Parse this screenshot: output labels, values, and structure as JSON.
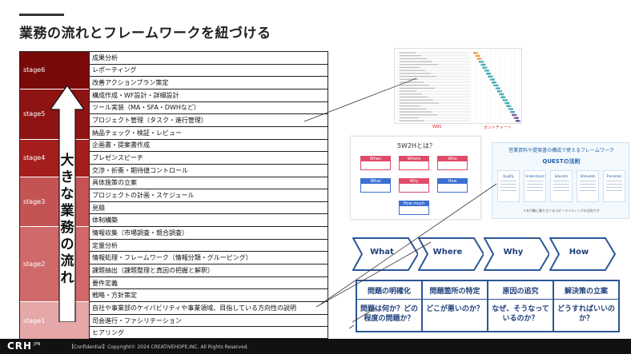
{
  "slide": {
    "title": "業務の流れとフレームワークを紐づける",
    "arrow_text": [
      "大",
      "き",
      "な",
      "業",
      "務",
      "の",
      "流",
      "れ"
    ]
  },
  "stages": [
    {
      "label": "stage6",
      "color": "#7a0a0a"
    },
    {
      "label": "stage5",
      "color": "#8e1414"
    },
    {
      "label": "stage4",
      "color": "#a51e1e"
    },
    {
      "label": "stage3",
      "color": "#c45454"
    },
    {
      "label": "stage2",
      "color": "#d06a6a"
    },
    {
      "label": "stage1",
      "color": "#e5a7a7"
    }
  ],
  "tasks": [
    "成果分析",
    "レポーティング",
    "改善アクションプラン策定",
    "構成作成・WF設計・詳細設計",
    "ツール実装（MA・SFA・DWHなど）",
    "プロジェクト管理（タスク・進行管理）",
    "納品チェック・検証・レビュー",
    "企画書・提案書作成",
    "プレゼンスピーチ",
    "交渉・折衝・期待値コントロール",
    "具体施策の立案",
    "プロジェクトの計画・スケジュール",
    "見積",
    "体制構築",
    "情報収集（市場調査・競合調査）",
    "定量分析",
    "情報処理・フレームワーク（情報分類・グルーピング）",
    "課題抽出（課題整理と真因の把握と解釈）",
    "要件定義",
    "戦略・方針策定",
    "自社や事業部のケイパビリティや事業領域、目指している方向性の説明",
    "司会進行・ファシリテーション",
    "ヒアリング"
  ],
  "gantt": {
    "caption_left": "WBS",
    "caption_right": "ガントチャート"
  },
  "w5h2": {
    "title": "5W2Hとは？",
    "cards": [
      "When",
      "Where",
      "Who",
      "What",
      "Why",
      "How",
      "How much"
    ]
  },
  "quest": {
    "title": "営業資料や提案書の構成で使えるフレームワーク",
    "subtitle": "QUESTの法則",
    "steps": [
      "Qualify",
      "Understand",
      "Educate",
      "Stimulate",
      "Transition"
    ],
    "footer": "人を行動に駆り立てるコピーライティングの法則です"
  },
  "framework": {
    "chevrons": [
      "What",
      "Where",
      "Why",
      "How"
    ],
    "boxes": [
      {
        "head": "問題の明確化",
        "body": "問題は何か？どの程度の問題か？"
      },
      {
        "head": "問題箇所の特定",
        "body": "どこが悪いのか？"
      },
      {
        "head": "原因の追究",
        "body": "なぜ、そうなっているのか？"
      },
      {
        "head": "解決策の立案",
        "body": "どうすればいいのか？"
      }
    ]
  },
  "footer": {
    "logo": "CRH",
    "logo_sub": "JPN",
    "copyright": "【Confidential】Copyright© 2024 CREATIVEHOPE,INC. All Rights Reserved."
  }
}
